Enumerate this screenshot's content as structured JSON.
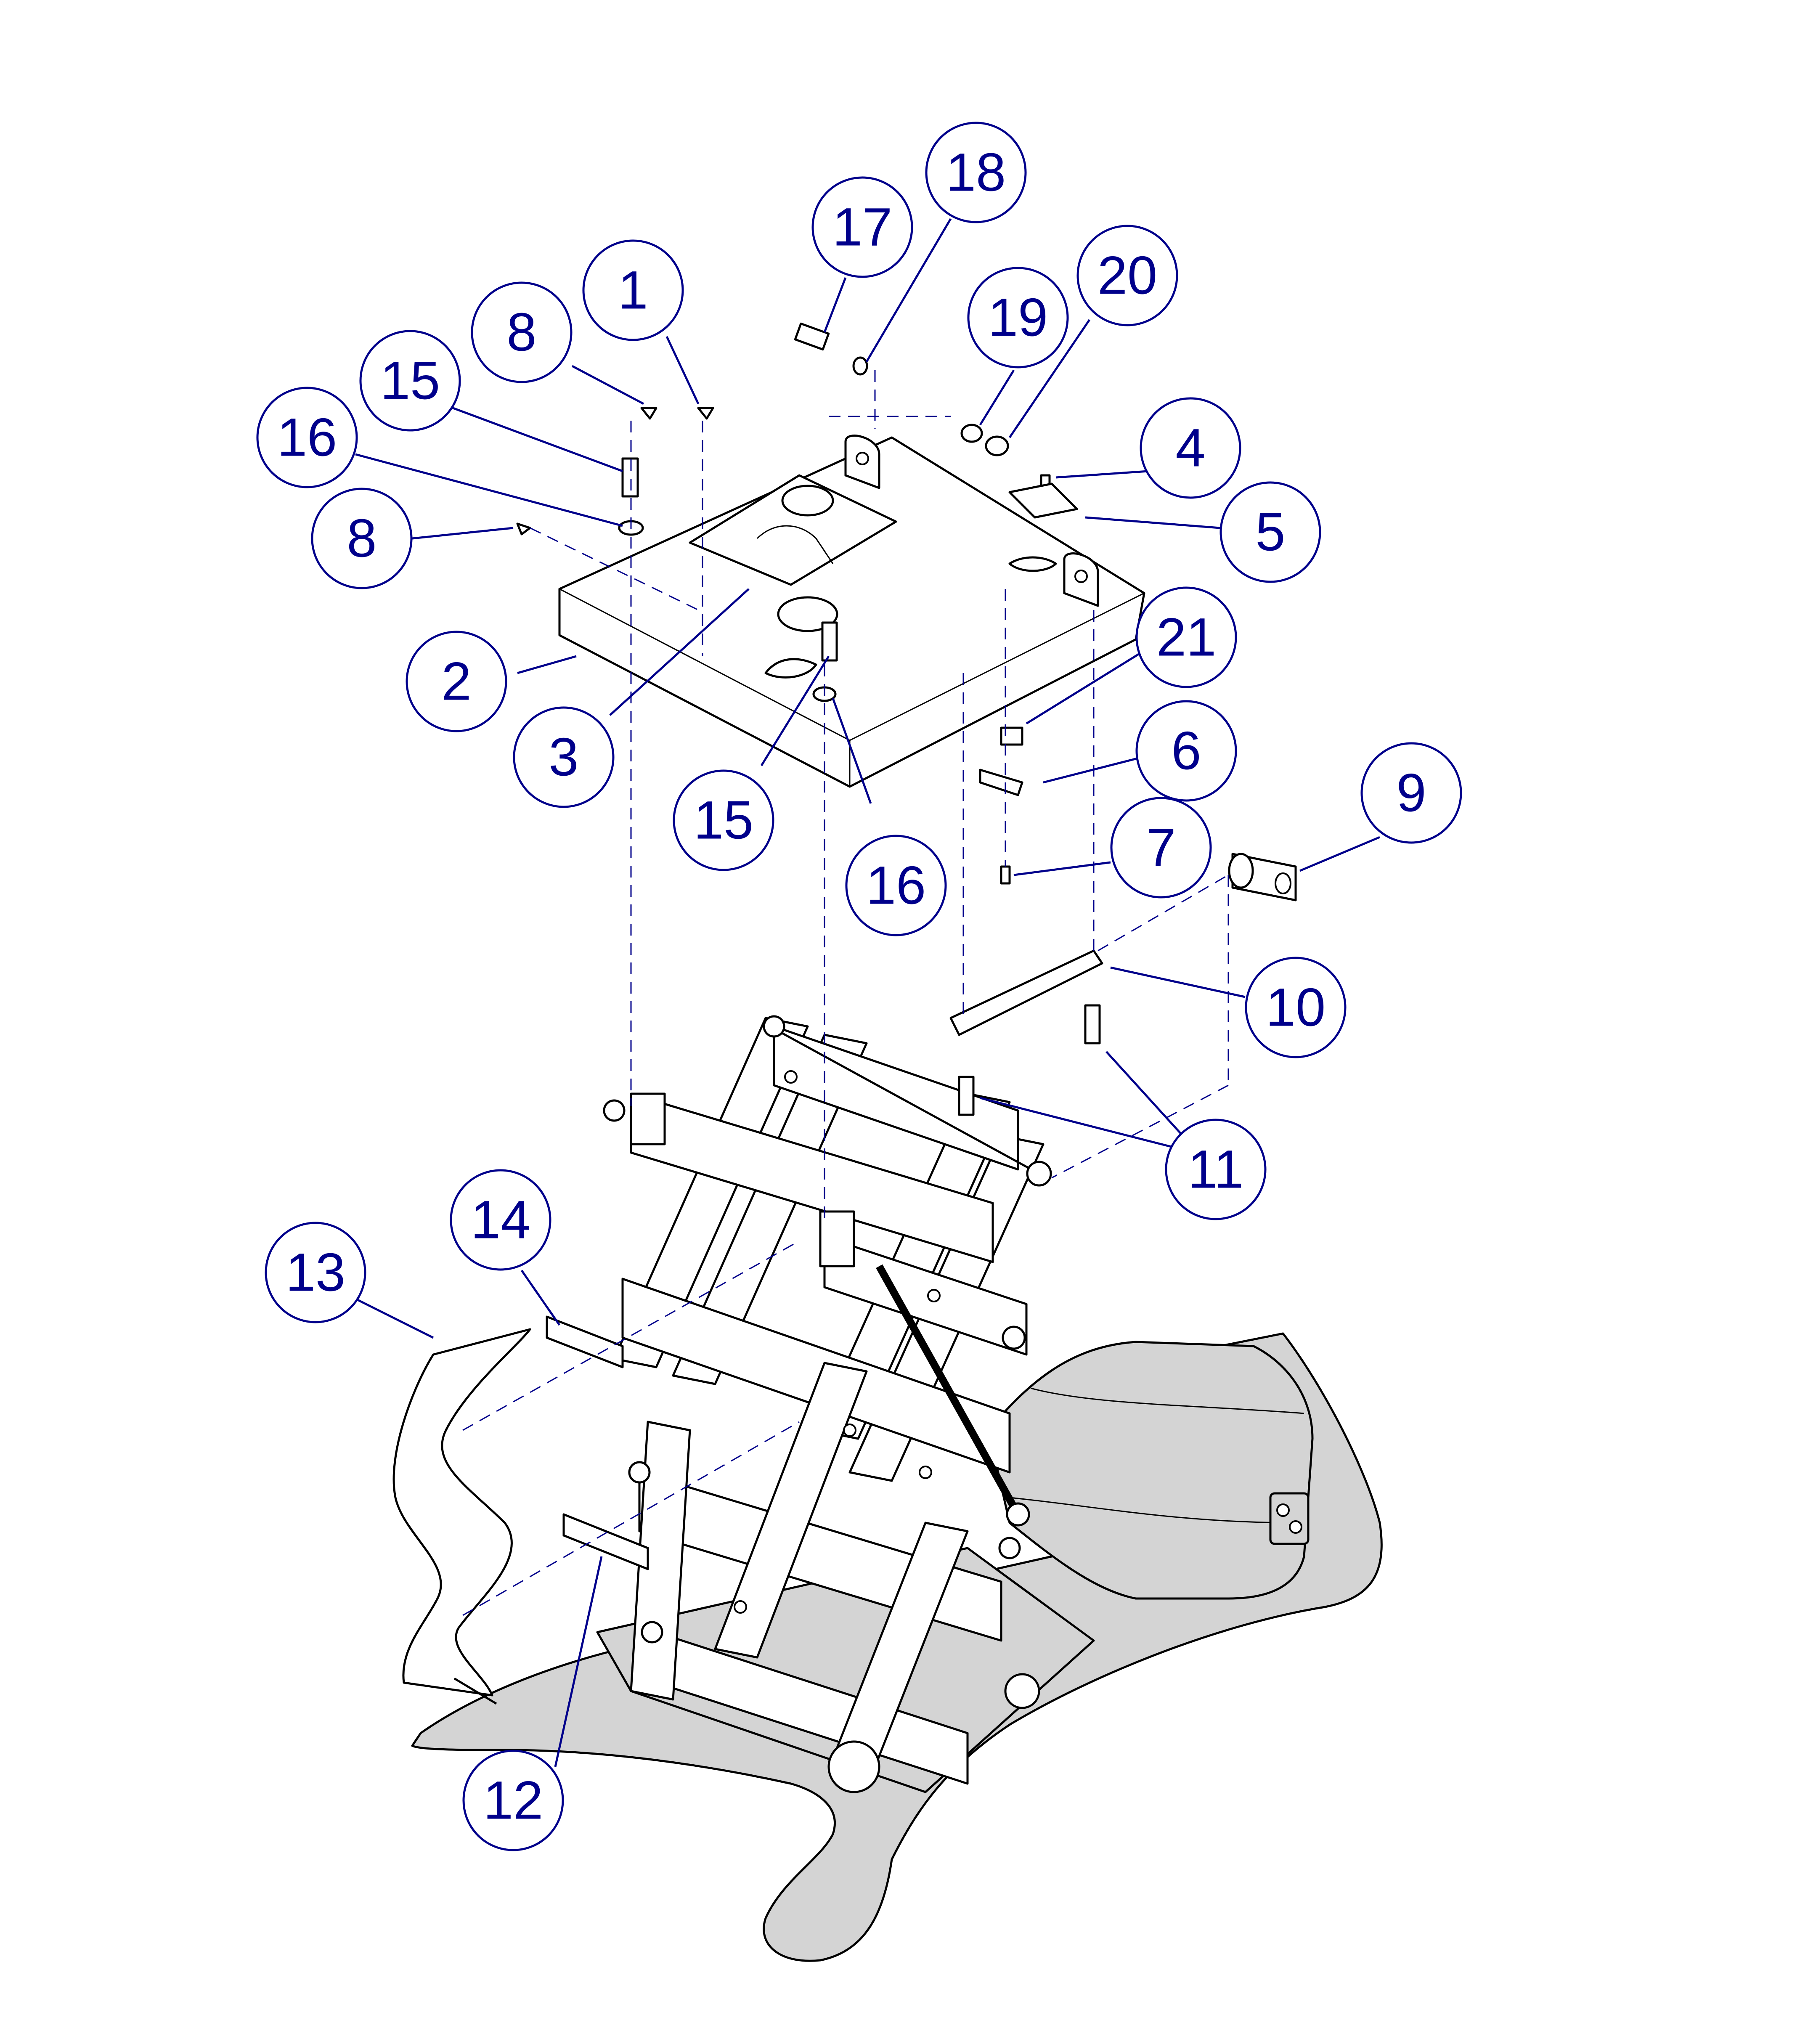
{
  "colors": {
    "callout": "#00008b",
    "line_art": "#000000",
    "base_shading": "#d4d4d4"
  },
  "callouts": [
    {
      "id": "c1",
      "label": "1"
    },
    {
      "id": "c2",
      "label": "2"
    },
    {
      "id": "c3",
      "label": "3"
    },
    {
      "id": "c4",
      "label": "4"
    },
    {
      "id": "c5",
      "label": "5"
    },
    {
      "id": "c6",
      "label": "6"
    },
    {
      "id": "c7",
      "label": "7"
    },
    {
      "id": "c8a",
      "label": "8"
    },
    {
      "id": "c8b",
      "label": "8"
    },
    {
      "id": "c9",
      "label": "9"
    },
    {
      "id": "c10",
      "label": "10"
    },
    {
      "id": "c11",
      "label": "11"
    },
    {
      "id": "c12",
      "label": "12"
    },
    {
      "id": "c13",
      "label": "13"
    },
    {
      "id": "c14",
      "label": "14"
    },
    {
      "id": "c15a",
      "label": "15"
    },
    {
      "id": "c15b",
      "label": "15"
    },
    {
      "id": "c16a",
      "label": "16"
    },
    {
      "id": "c16b",
      "label": "16"
    },
    {
      "id": "c17",
      "label": "17"
    },
    {
      "id": "c18",
      "label": "18"
    },
    {
      "id": "c19",
      "label": "19"
    },
    {
      "id": "c20",
      "label": "20"
    },
    {
      "id": "c21",
      "label": "21"
    }
  ]
}
